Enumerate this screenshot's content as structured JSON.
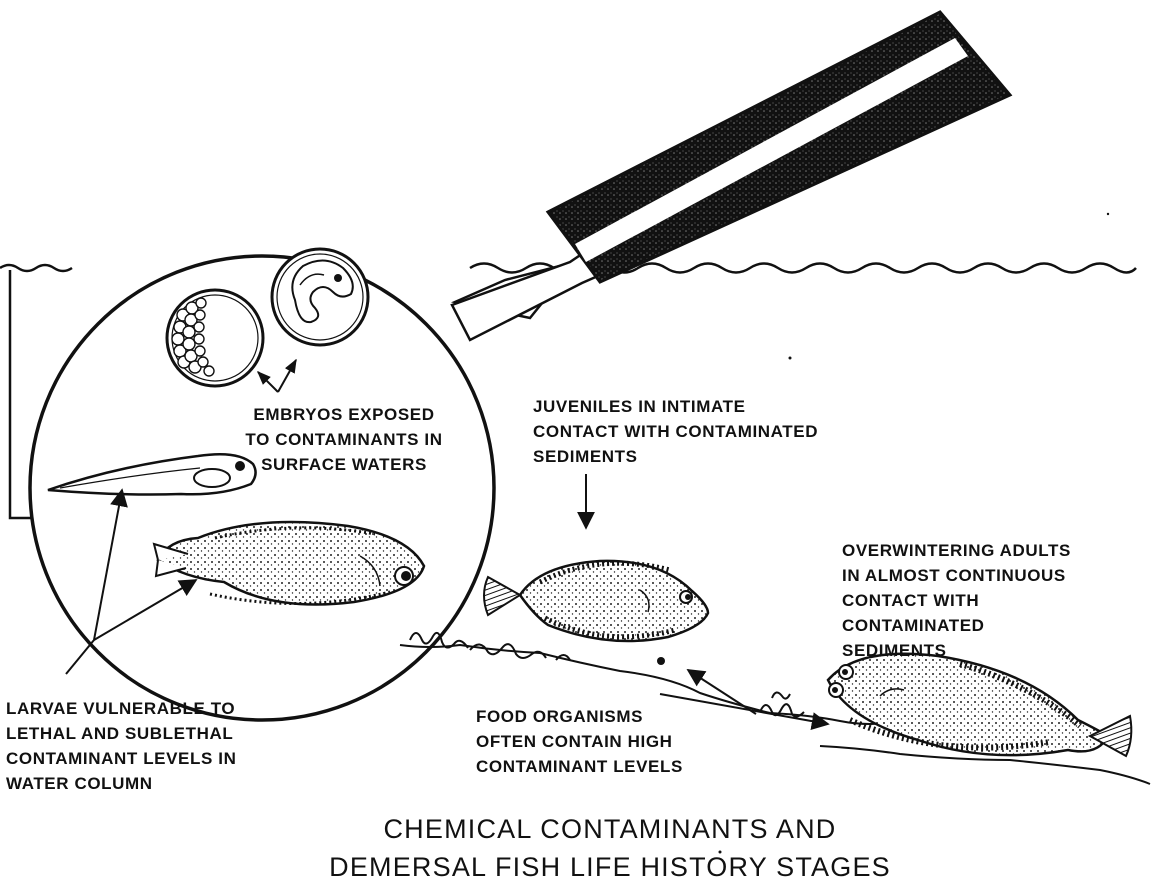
{
  "labels": {
    "embryos": [
      "EMBRYOS EXPOSED",
      "TO CONTAMINANTS IN",
      "SURFACE WATERS"
    ],
    "juveniles": [
      "JUVENILES IN INTIMATE",
      "CONTACT WITH  CONTAMINATED",
      "SEDIMENTS"
    ],
    "adults": [
      "OVERWINTERING ADULTS",
      "IN ALMOST CONTINUOUS",
      "CONTACT WITH",
      "CONTAMINATED",
      "SEDIMENTS"
    ],
    "larvae": [
      "LARVAE VULNERABLE TO",
      "LETHAL AND SUBLETHAL",
      "CONTAMINANT LEVELS IN",
      "WATER COLUMN"
    ],
    "food": [
      "FOOD ORGANISMS",
      "OFTEN CONTAIN  HIGH",
      "CONTAMINANT LEVELS"
    ]
  },
  "title": [
    "CHEMICAL CONTAMINANTS AND",
    "DEMERSAL FISH  LIFE  HISTORY  STAGES"
  ],
  "colors": {
    "ink": "#111111",
    "paper": "#ffffff",
    "glass_fill": "#ffffff"
  }
}
